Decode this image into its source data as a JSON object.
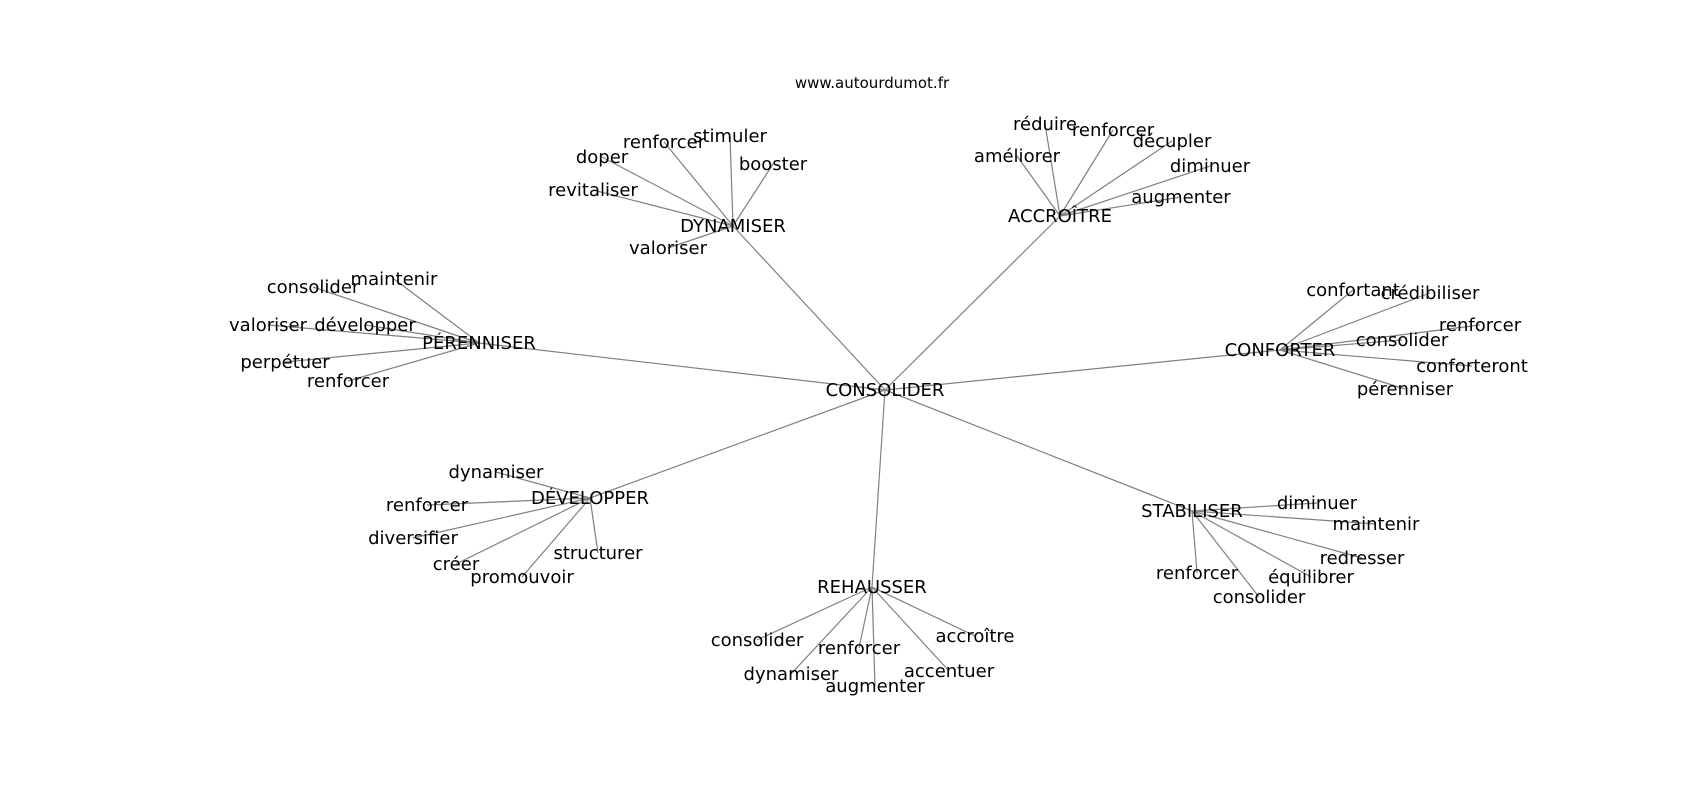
{
  "source": "www.autourdumot.fr",
  "root": "CONSOLIDER",
  "clusters": [
    {
      "id": "dynamiser",
      "label": "DYNAMISER",
      "children": [
        "renforcer",
        "stimuler",
        "doper",
        "booster",
        "revitaliser",
        "valoriser"
      ]
    },
    {
      "id": "accroitre",
      "label": "ACCROÎTRE",
      "children": [
        "réduire",
        "renforcer",
        "décupler",
        "améliorer",
        "diminuer",
        "augmenter"
      ]
    },
    {
      "id": "perenniser",
      "label": "PÉRENNISER",
      "children": [
        "maintenir",
        "consolider",
        "valoriser",
        "développer",
        "perpétuer",
        "renforcer"
      ]
    },
    {
      "id": "conforter",
      "label": "CONFORTER",
      "children": [
        "confortant",
        "crédibiliser",
        "renforcer",
        "consolider",
        "conforteront",
        "pérenniser"
      ]
    },
    {
      "id": "developper",
      "label": "DÉVELOPPER",
      "children": [
        "dynamiser",
        "renforcer",
        "diversifier",
        "créer",
        "promouvoir",
        "structurer"
      ]
    },
    {
      "id": "rehausser",
      "label": "REHAUSSER",
      "children": [
        "consolider",
        "renforcer",
        "accroître",
        "dynamiser",
        "augmenter",
        "accentuer"
      ]
    },
    {
      "id": "stabiliser",
      "label": "STABILISER",
      "children": [
        "diminuer",
        "maintenir",
        "redresser",
        "renforcer",
        "équilibrer",
        "consolider"
      ]
    }
  ]
}
